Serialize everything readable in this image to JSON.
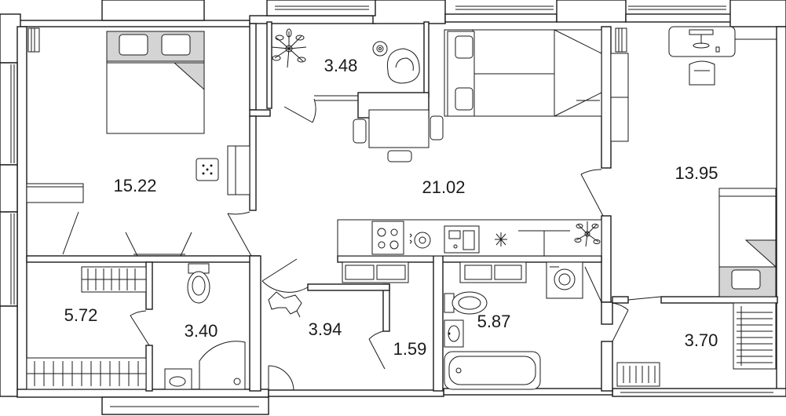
{
  "rooms": [
    {
      "id": "bedroom-1",
      "area": "15.22"
    },
    {
      "id": "loggia",
      "area": "3.48"
    },
    {
      "id": "kitchen-living",
      "area": "21.02"
    },
    {
      "id": "bedroom-2",
      "area": "13.95"
    },
    {
      "id": "wardrobe",
      "area": "5.72"
    },
    {
      "id": "shower-room",
      "area": "3.40"
    },
    {
      "id": "hallway",
      "area": "3.94"
    },
    {
      "id": "storage",
      "area": "1.59"
    },
    {
      "id": "bathroom",
      "area": "5.87"
    },
    {
      "id": "balcony",
      "area": "3.70"
    }
  ],
  "colors": {
    "line": "#1a1a1a",
    "fill": "#ffffff",
    "accent": "#d4d4d4"
  }
}
